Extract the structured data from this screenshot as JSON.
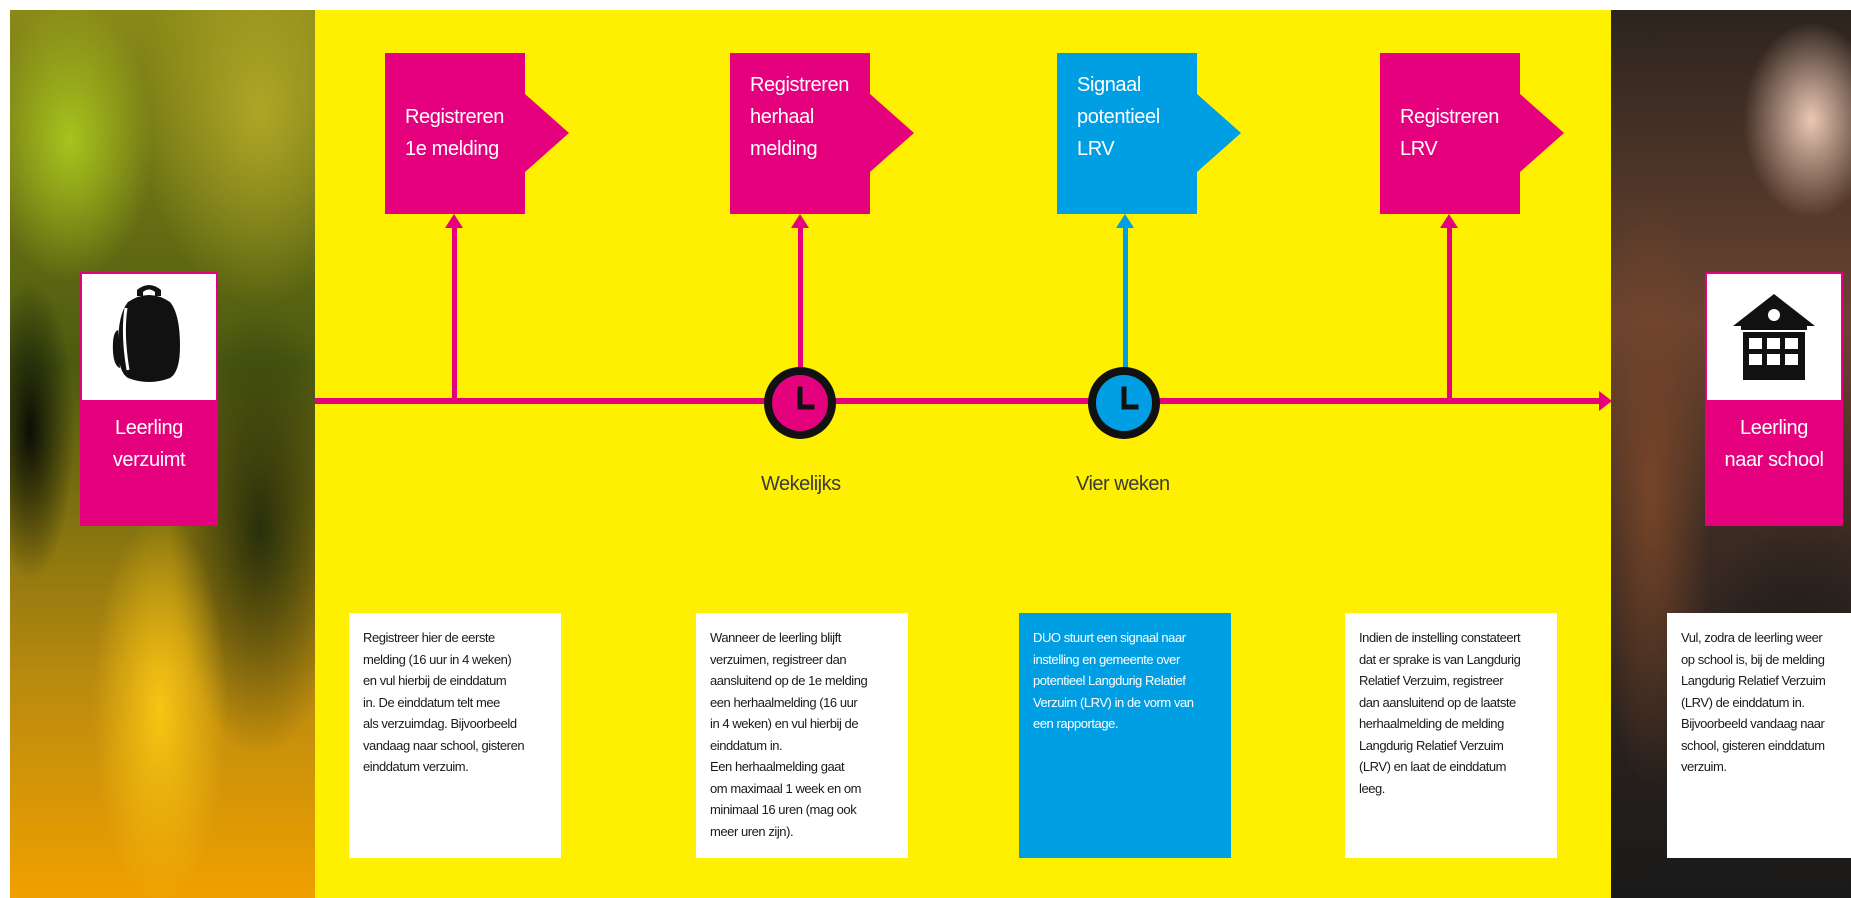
{
  "left_card": {
    "label_lines": [
      "Leerling",
      "verzuimt"
    ],
    "icon": "backpack-icon"
  },
  "right_card": {
    "label_lines": [
      "Leerling",
      "naar school"
    ],
    "icon": "school-building-icon"
  },
  "steps": [
    {
      "lines": [
        "Registreren",
        "1e melding"
      ],
      "color": "#e5007e"
    },
    {
      "lines": [
        "Registreren",
        "herhaal",
        "melding"
      ],
      "color": "#e5007e"
    },
    {
      "lines": [
        "Signaal",
        "potentieel",
        "LRV"
      ],
      "color": "#009fe3"
    },
    {
      "lines": [
        "Registreren",
        "LRV"
      ],
      "color": "#e5007e"
    }
  ],
  "clocks": [
    {
      "label": "Wekelijks",
      "color": "#e5007e",
      "icon": "clock-icon"
    },
    {
      "label": "Vier weken",
      "color": "#009fe3",
      "icon": "clock-icon"
    }
  ],
  "descriptions": [
    {
      "lines": [
        "Registreer hier de eerste",
        "melding (16 uur in 4 weken)",
        "en vul hierbij de einddatum",
        "in. De einddatum telt mee",
        "als verzuimdag. Bijvoorbeeld",
        "vandaag naar school, gisteren",
        "einddatum verzuim."
      ]
    },
    {
      "lines": [
        "Wanneer de leerling blijft",
        "verzuimen, registreer  dan",
        "aansluitend op de 1e melding",
        "een herhaalmelding (16 uur",
        "in 4 weken) en vul hierbij de",
        "einddatum in.",
        "Een herhaalmelding gaat",
        "om maximaal 1 week en om",
        "minimaal 16 uren (mag ook",
        "meer uren zijn)."
      ]
    },
    {
      "lines": [
        "DUO stuurt een signaal naar",
        "instelling en gemeente over",
        "potentieel Langdurig Relatief",
        "Verzuim (LRV) in de vorm van",
        "een rapportage."
      ]
    },
    {
      "lines": [
        "Indien de instelling constateert",
        "dat er sprake is van Langdurig",
        "Relatief Verzuim, registreer",
        "dan aansluitend op de laatste",
        "herhaalmelding de melding",
        "Langdurig Relatief Verzuim",
        "(LRV) en laat de einddatum",
        "leeg."
      ]
    },
    {
      "lines": [
        "Vul, zodra de leerling weer",
        "op school is, bij de melding",
        "Langdurig Relatief Verzuim",
        "(LRV) de einddatum in.",
        "Bijvoorbeeld vandaag naar",
        "school, gisteren einddatum",
        "verzuim."
      ]
    }
  ],
  "colors": {
    "magenta": "#e5007e",
    "cyan": "#009fe3",
    "yellow": "#fff000"
  }
}
